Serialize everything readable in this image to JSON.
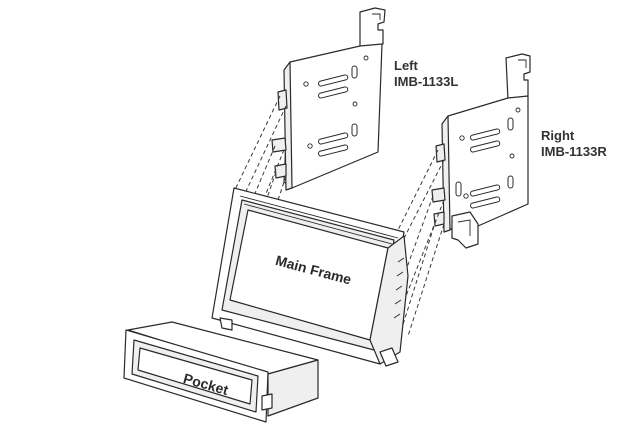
{
  "labels": {
    "left_name": "Left",
    "left_part": "IMB-1133L",
    "right_name": "Right",
    "right_part": "IMB-1133R",
    "main_frame": "Main Frame",
    "pocket": "Pocket"
  }
}
